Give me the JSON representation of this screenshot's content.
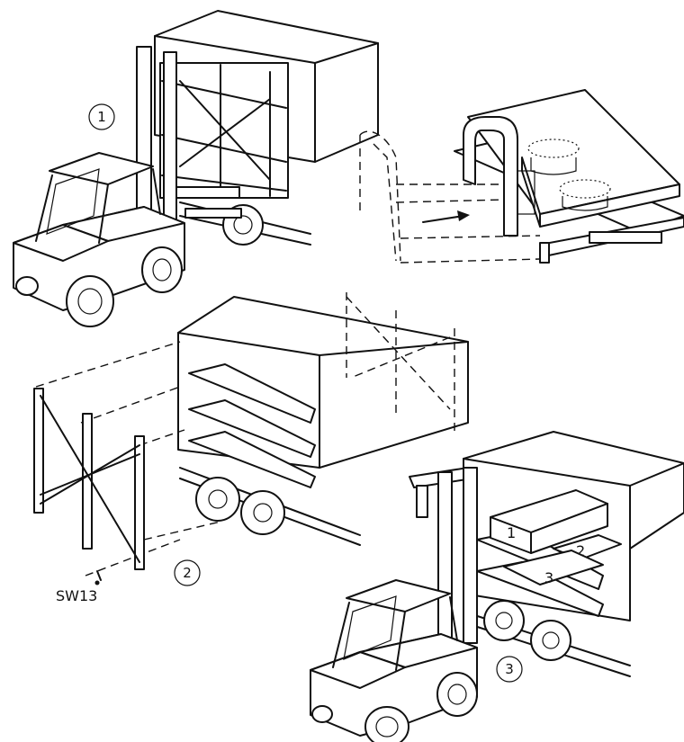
{
  "steps": [
    {
      "number": "1"
    },
    {
      "number": "2"
    },
    {
      "number": "3"
    }
  ],
  "box_labels": [
    "1",
    "2",
    "3"
  ],
  "part_label": "SW13"
}
